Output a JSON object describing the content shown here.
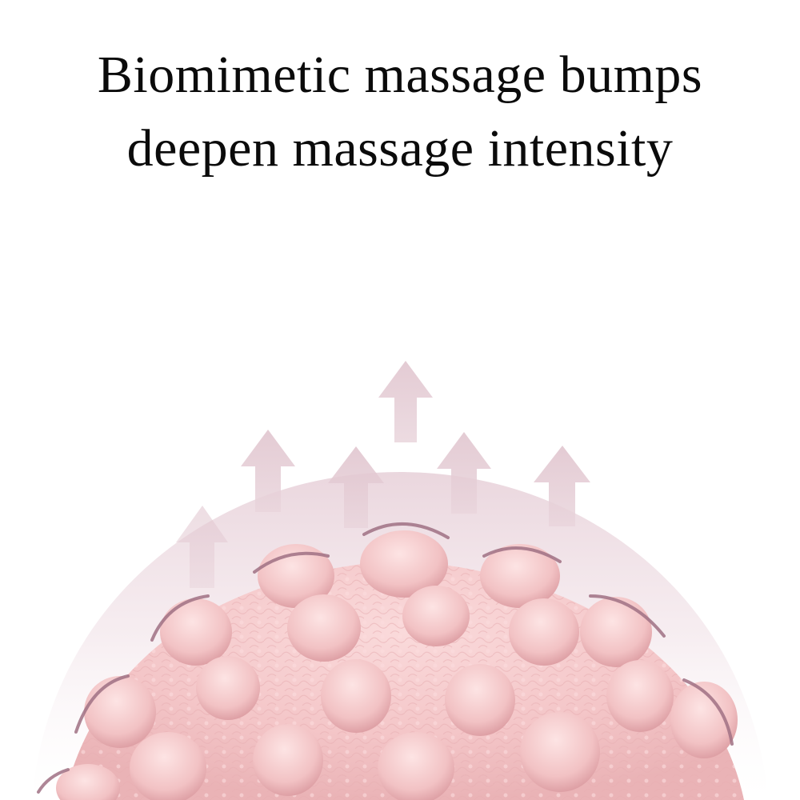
{
  "headline": {
    "line1": "Biomimetic massage bumps",
    "line2": "deepen massage intensity"
  },
  "illustration": {
    "subject": "pink textured massage ball with bumps",
    "icons": [
      "up-arrow-icon",
      "vibration-arc-icon"
    ],
    "colors": {
      "background": "#ffffff",
      "ball": "#f4c7c9",
      "ball_shadow": "#e3a9ad",
      "arrow": "#e2c7d0",
      "arc": "#a07184",
      "halo": "#f0e1e7"
    }
  }
}
